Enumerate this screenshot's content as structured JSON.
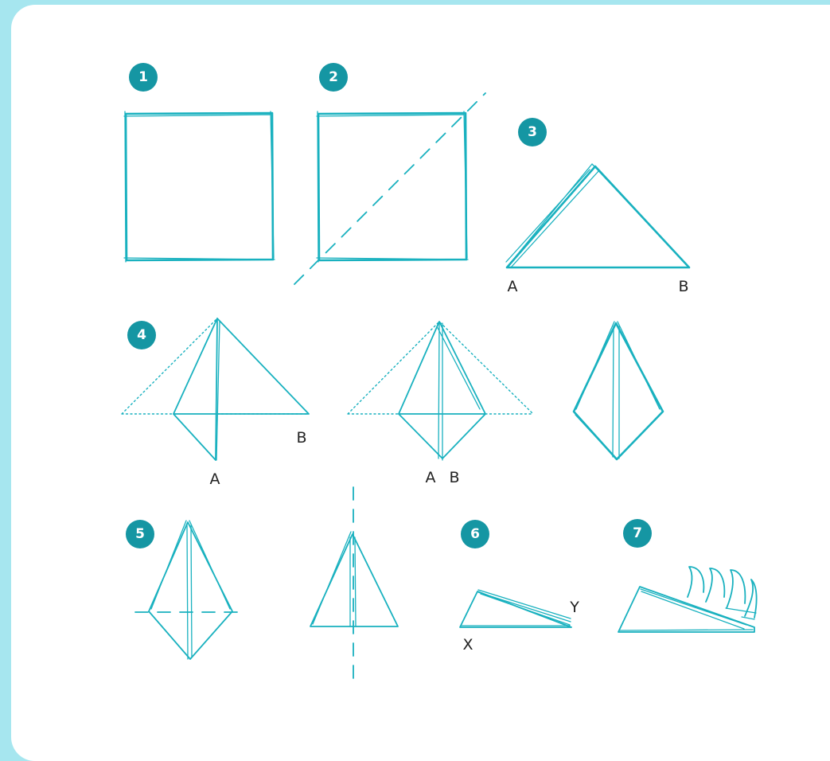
{
  "steps": [
    {
      "number": "1"
    },
    {
      "number": "2"
    },
    {
      "number": "3",
      "labels": [
        "A",
        "B"
      ]
    },
    {
      "number": "4",
      "labels": [
        "A",
        "B",
        "A",
        "B"
      ]
    },
    {
      "number": "5"
    },
    {
      "number": "6",
      "labels": [
        "X",
        "Y"
      ]
    },
    {
      "number": "7"
    }
  ],
  "colors": {
    "background": "#a6e6ef",
    "card": "#ffffff",
    "line": "#19b1bf",
    "badge": "#1596a3",
    "label_text": "#222222"
  }
}
